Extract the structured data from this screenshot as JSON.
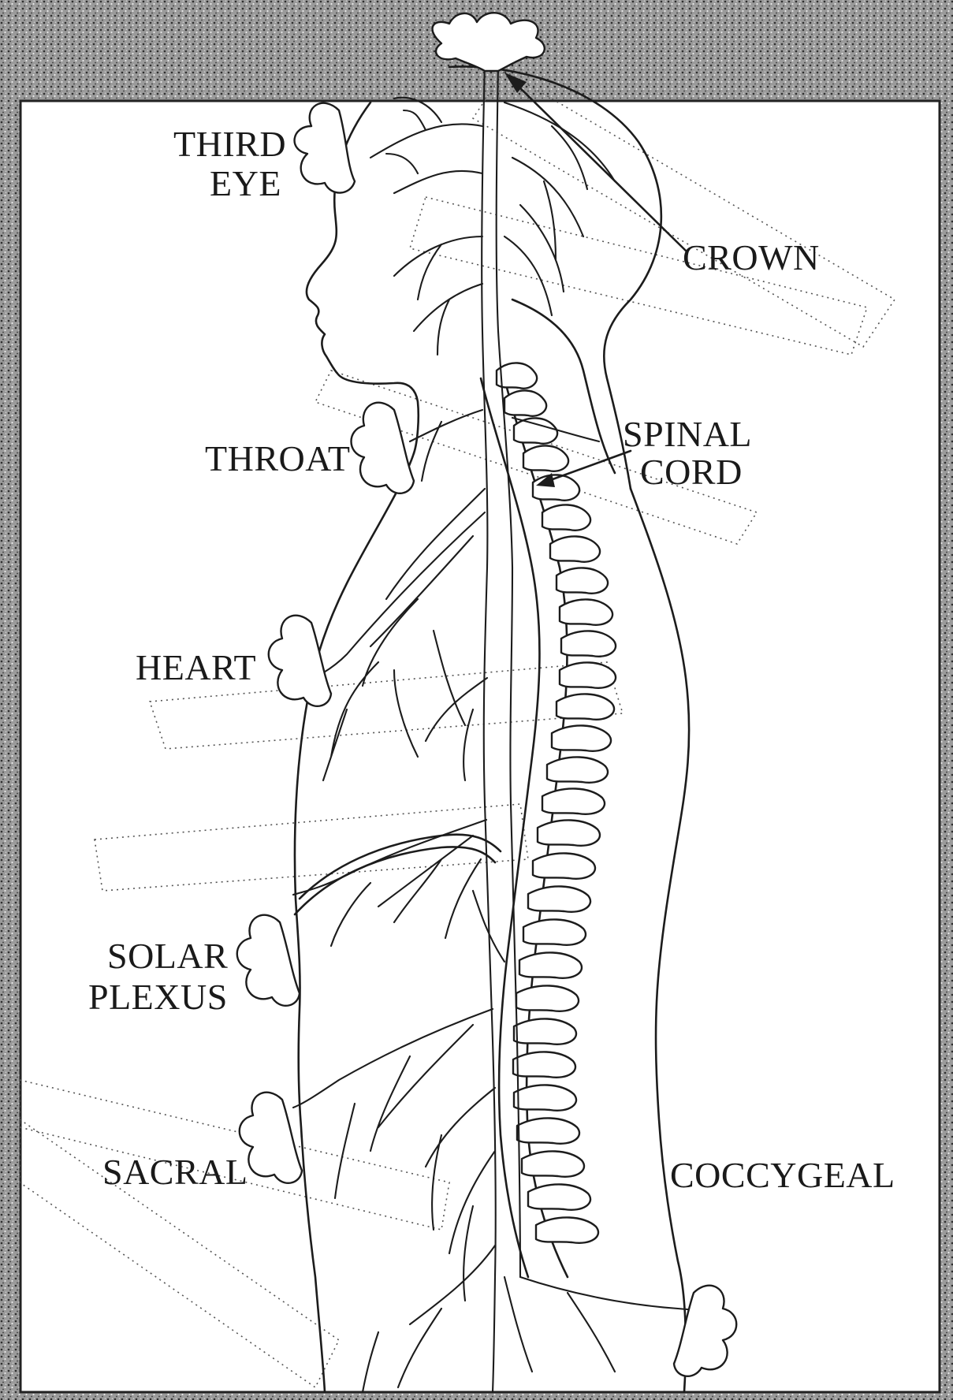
{
  "labels": {
    "third_eye_1": "THIRD",
    "third_eye_2": "EYE",
    "crown": "CROWN",
    "throat": "THROAT",
    "spinal_1": "SPINAL",
    "spinal_2": "CORD",
    "heart": "HEART",
    "solar_1": "SOLAR",
    "solar_2": "PLEXUS",
    "sacral": "SACRAL",
    "coccygeal": "COCCYGEAL"
  },
  "colors": {
    "ink": "#1c1c1c",
    "paper": "#ffffff",
    "speckle_border": "#8a8a8a"
  }
}
